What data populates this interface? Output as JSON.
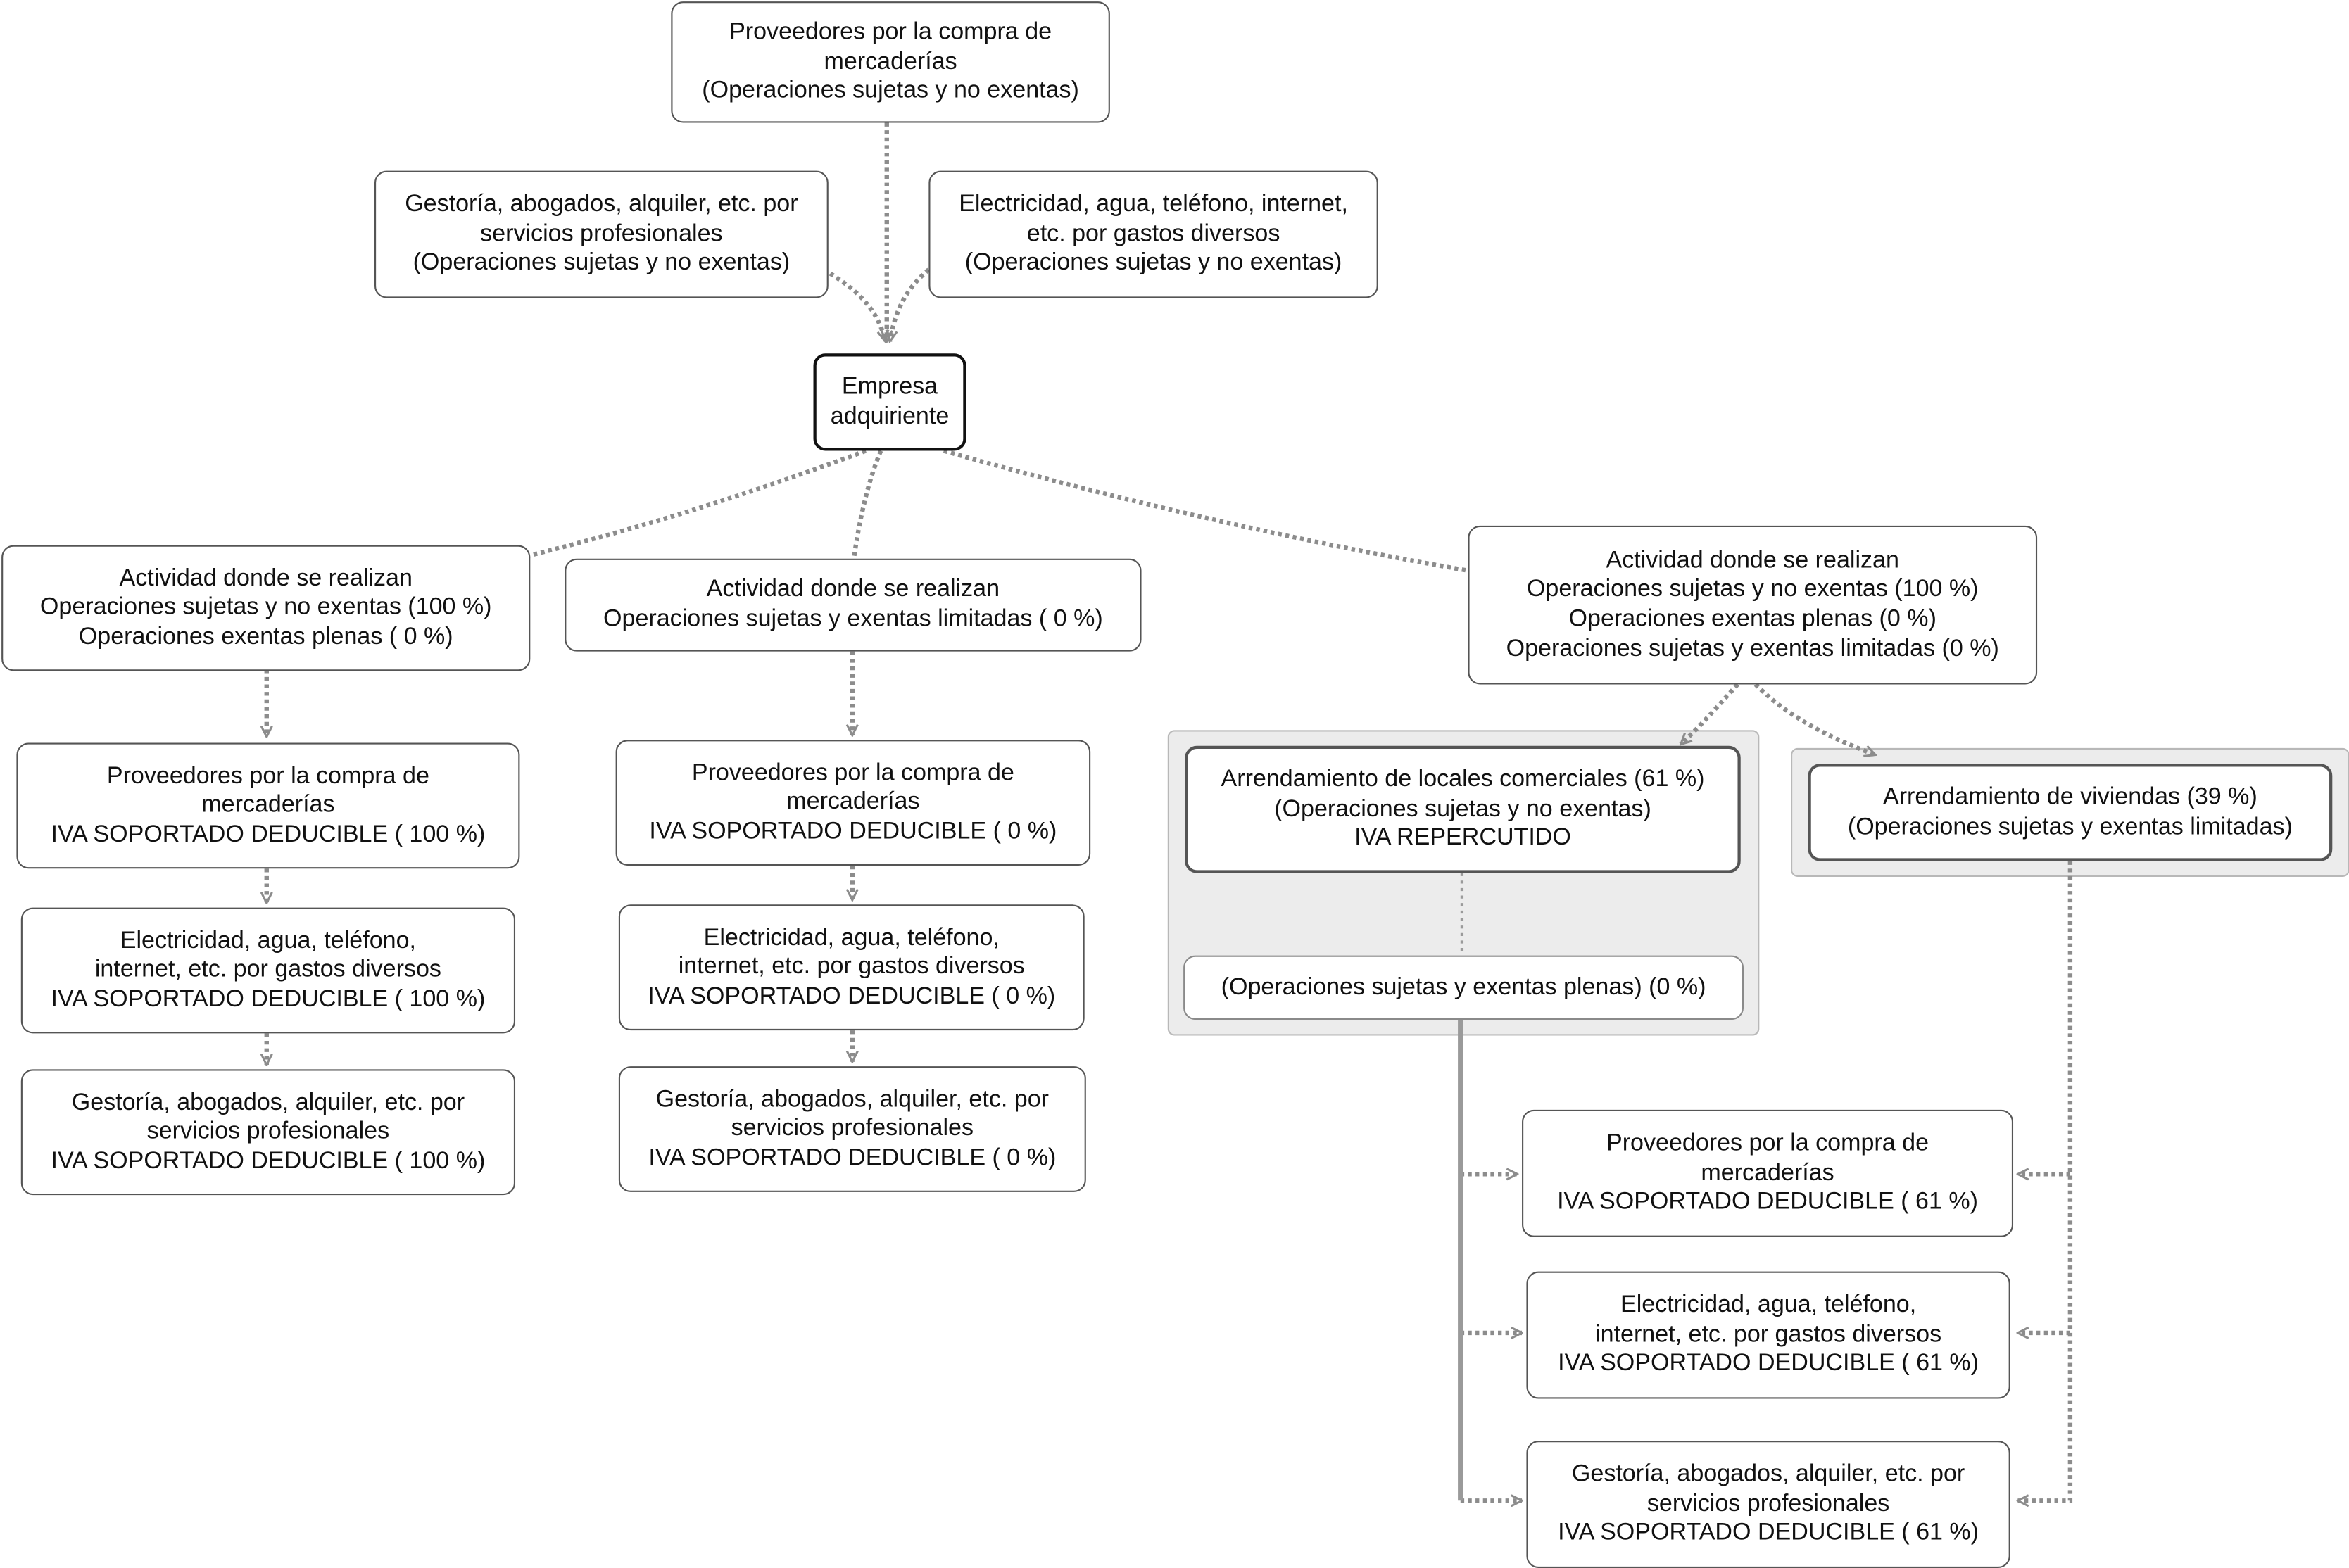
{
  "nodes": {
    "top_proveedores": [
      "Proveedores por la compra de",
      "mercaderías",
      "(Operaciones sujetas y no exentas)"
    ],
    "top_gestoria": [
      "Gestoría, abogados, alquiler, etc. por",
      "servicios profesionales",
      "(Operaciones sujetas y no exentas)"
    ],
    "top_electricidad": [
      "Electricidad, agua, teléfono, internet,",
      "etc. por gastos diversos",
      "(Operaciones sujetas y no exentas)"
    ],
    "empresa": [
      "Empresa",
      "adquiriente"
    ],
    "act_left": [
      "Actividad donde se realizan",
      "Operaciones sujetas y no exentas (100 %)",
      "Operaciones exentas plenas ( 0 %)"
    ],
    "act_middle": [
      "Actividad donde se realizan",
      "Operaciones sujetas y exentas limitadas ( 0 %)"
    ],
    "act_right": [
      "Actividad donde se realizan",
      "Operaciones sujetas y no exentas (100 %)",
      "Operaciones exentas plenas (0 %)",
      "Operaciones sujetas y exentas limitadas (0 %)"
    ],
    "l_proveedores": [
      "Proveedores por la compra de",
      "mercaderías",
      "IVA SOPORTADO DEDUCIBLE ( 100 %)"
    ],
    "l_electricidad": [
      "Electricidad, agua, teléfono,",
      "internet, etc. por gastos diversos",
      "IVA SOPORTADO DEDUCIBLE ( 100 %)"
    ],
    "l_gestoria": [
      "Gestoría, abogados, alquiler, etc. por",
      "servicios profesionales",
      "IVA SOPORTADO DEDUCIBLE ( 100 %)"
    ],
    "m_proveedores": [
      "Proveedores por la compra de",
      "mercaderías",
      "IVA SOPORTADO DEDUCIBLE ( 0 %)"
    ],
    "m_electricidad": [
      "Electricidad, agua, teléfono,",
      "internet, etc. por gastos diversos",
      "IVA SOPORTADO DEDUCIBLE ( 0 %)"
    ],
    "m_gestoria": [
      "Gestoría, abogados, alquiler, etc. por",
      "servicios profesionales",
      "IVA SOPORTADO DEDUCIBLE ( 0 %)"
    ],
    "arr_locales": [
      "Arrendamiento de locales comerciales (61 %)",
      "(Operaciones sujetas y no exentas)",
      "IVA REPERCUTIDO"
    ],
    "ops_plenas": [
      "(Operaciones sujetas y exentas plenas) (0 %)"
    ],
    "arr_viviendas": [
      "Arrendamiento de viviendas (39 %)",
      "(Operaciones sujetas y exentas limitadas)"
    ],
    "r_proveedores": [
      "Proveedores por la compra de",
      "mercaderías",
      "IVA SOPORTADO DEDUCIBLE ( 61 %)"
    ],
    "r_electricidad": [
      "Electricidad, agua, teléfono,",
      "internet, etc. por gastos diversos",
      "IVA SOPORTADO DEDUCIBLE ( 61 %)"
    ],
    "r_gestoria": [
      "Gestoría, abogados, alquiler, etc. por",
      "servicios profesionales",
      "IVA SOPORTADO DEDUCIBLE ( 61 %)"
    ]
  },
  "colors": {
    "connector": "#8c8c8c",
    "group_fill": "#ececec",
    "node_border": "#555555",
    "root_border": "#111111"
  }
}
